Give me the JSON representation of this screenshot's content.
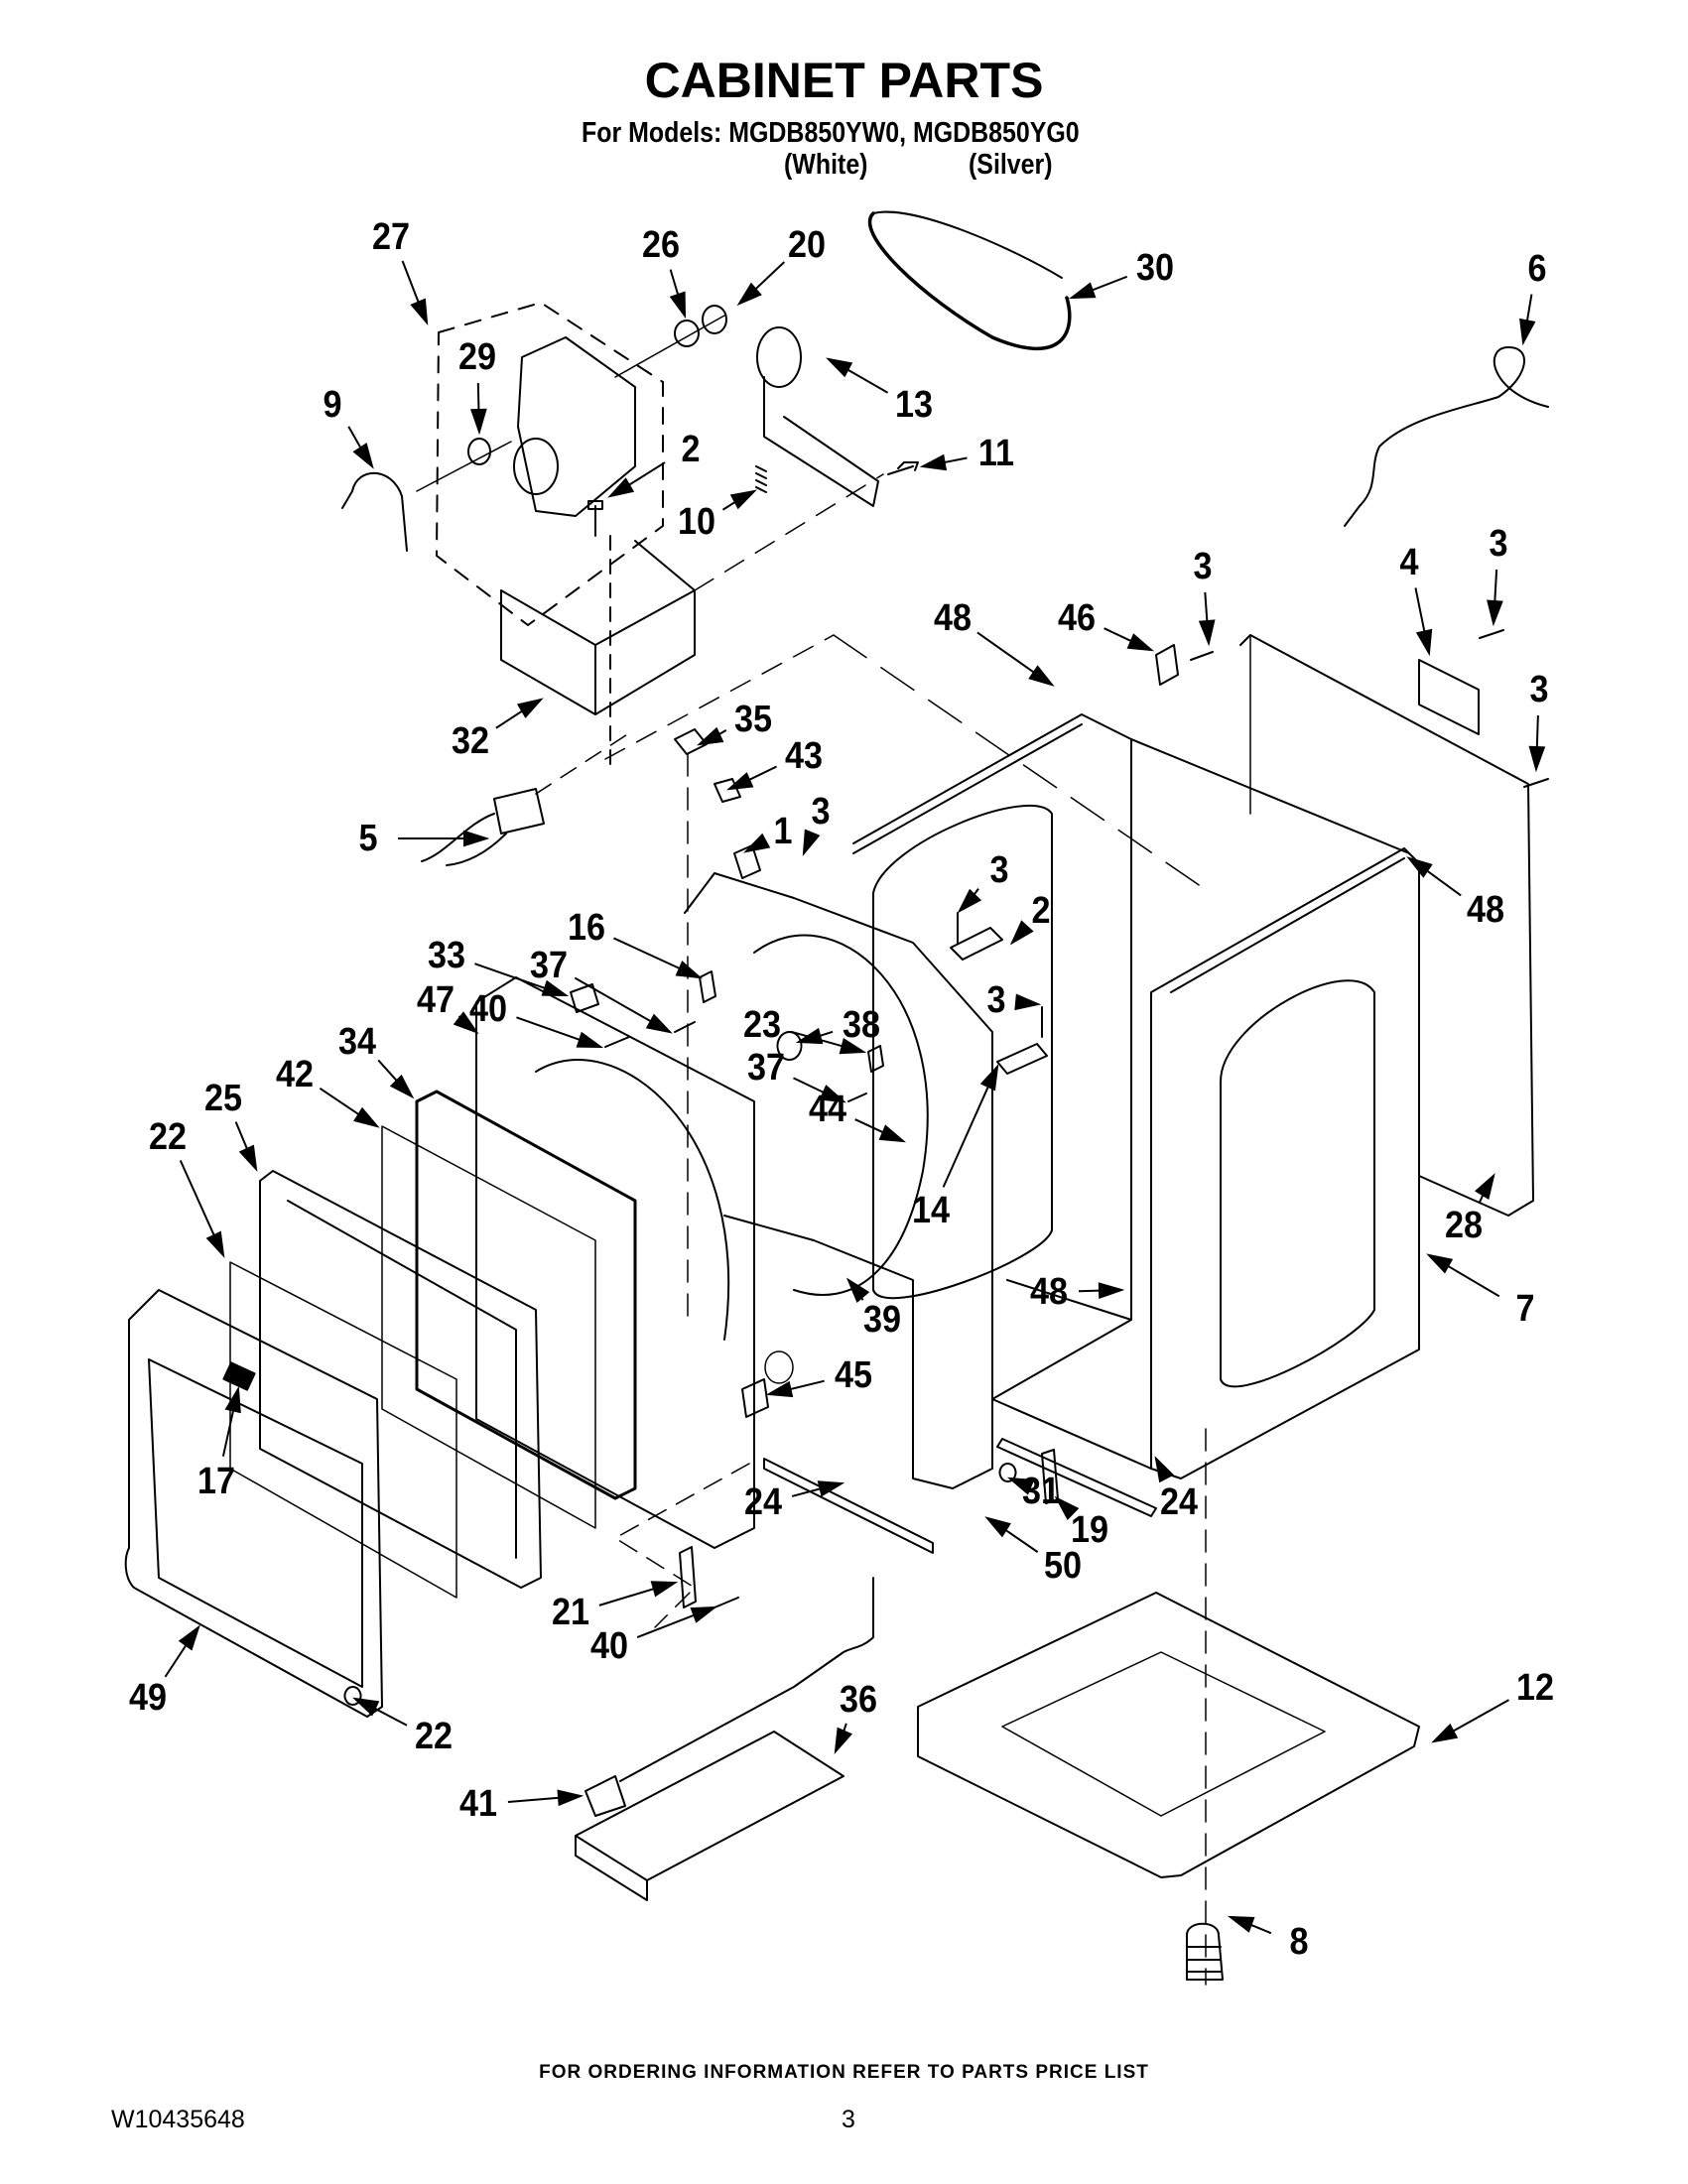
{
  "header": {
    "title": "CABINET PARTS",
    "models_line": "For Models: MGDB850YW0, MGDB850YG0",
    "variant_white": "(White)",
    "variant_silver": "(Silver)"
  },
  "callouts": [
    {
      "label": "27",
      "part": "motor-assembly-group"
    },
    {
      "label": "26",
      "part": "pulley-washer"
    },
    {
      "label": "20",
      "part": "motor-pulley"
    },
    {
      "label": "30",
      "part": "drive-belt"
    },
    {
      "label": "6",
      "part": "power-cord"
    },
    {
      "label": "29",
      "part": "blower-nut"
    },
    {
      "label": "9",
      "part": "motor-clamp"
    },
    {
      "label": "13",
      "part": "idler-pulley-arm"
    },
    {
      "label": "2",
      "part": "screw"
    },
    {
      "label": "11",
      "part": "shoulder-screw"
    },
    {
      "label": "10",
      "part": "idler-spring"
    },
    {
      "label": "48",
      "part": "top-rail"
    },
    {
      "label": "46",
      "part": "bracket"
    },
    {
      "label": "3",
      "part": "screw"
    },
    {
      "label": "4",
      "part": "terminal-block-cover"
    },
    {
      "label": "3",
      "part": "screw"
    },
    {
      "label": "3",
      "part": "screw"
    },
    {
      "label": "32",
      "part": "motor-mount"
    },
    {
      "label": "35",
      "part": "door-switch"
    },
    {
      "label": "43",
      "part": "switch-actuator"
    },
    {
      "label": "1",
      "part": "door-strike"
    },
    {
      "label": "3",
      "part": "screw"
    },
    {
      "label": "5",
      "part": "wire-harness"
    },
    {
      "label": "3",
      "part": "screw"
    },
    {
      "label": "2",
      "part": "bracket"
    },
    {
      "label": "48",
      "part": "top-rail"
    },
    {
      "label": "16",
      "part": "hinge-plate"
    },
    {
      "label": "33",
      "part": "door-catch"
    },
    {
      "label": "37",
      "part": "screw"
    },
    {
      "label": "47",
      "part": "front-panel"
    },
    {
      "label": "40",
      "part": "screw"
    },
    {
      "label": "34",
      "part": "door-seal"
    },
    {
      "label": "42",
      "part": "door-glass"
    },
    {
      "label": "25",
      "part": "inner-door"
    },
    {
      "label": "22",
      "part": "door-liner"
    },
    {
      "label": "23",
      "part": "drum-bracket"
    },
    {
      "label": "38",
      "part": "plug-button"
    },
    {
      "label": "3",
      "part": "screw"
    },
    {
      "label": "37",
      "part": "screw"
    },
    {
      "label": "44",
      "part": "drum-seal"
    },
    {
      "label": "14",
      "part": "rear-bracket"
    },
    {
      "label": "28",
      "part": "rear-panel"
    },
    {
      "label": "7",
      "part": "cabinet"
    },
    {
      "label": "48",
      "part": "rail"
    },
    {
      "label": "39",
      "part": "front-bulkhead-seal"
    },
    {
      "label": "45",
      "part": "label"
    },
    {
      "label": "17",
      "part": "door-handle"
    },
    {
      "label": "24",
      "part": "toe-panel-strip"
    },
    {
      "label": "31",
      "part": "nut"
    },
    {
      "label": "24",
      "part": "toe-panel-strip"
    },
    {
      "label": "19",
      "part": "hinge"
    },
    {
      "label": "50",
      "part": "side-trim"
    },
    {
      "label": "21",
      "part": "hinge-bracket"
    },
    {
      "label": "40",
      "part": "screw"
    },
    {
      "label": "49",
      "part": "outer-door"
    },
    {
      "label": "22",
      "part": "nut"
    },
    {
      "label": "12",
      "part": "base-frame"
    },
    {
      "label": "36",
      "part": "drying-rack"
    },
    {
      "label": "41",
      "part": "moisture-sensor-harness"
    },
    {
      "label": "8",
      "part": "leveling-leg"
    }
  ],
  "footer": {
    "ordering_note": "FOR ORDERING INFORMATION REFER TO PARTS PRICE LIST",
    "document_number": "W10435648",
    "page_number": "3"
  }
}
